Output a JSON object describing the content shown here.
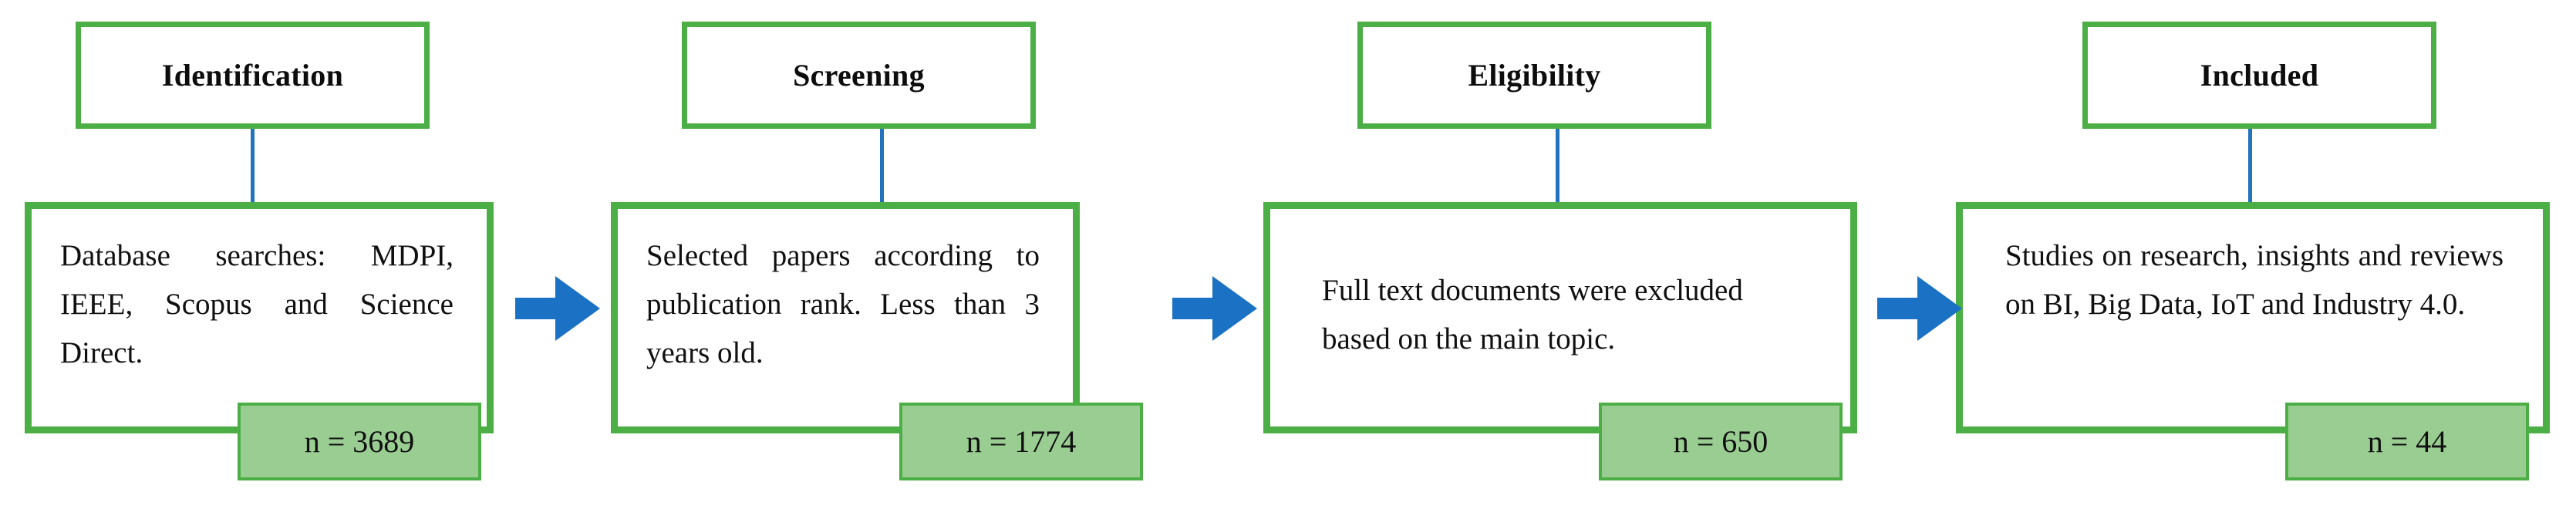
{
  "diagram": {
    "type": "prisma-flow-diagram",
    "colors": {
      "box_border_green": "#4CAF45",
      "badge_fill_green": "#9ACD92",
      "connector_blue": "#2272BC",
      "arrow_blue": "#1B72C4",
      "text_black": "#101010",
      "background": "#FFFFFF"
    },
    "stages": [
      {
        "id": "identification",
        "header": "Identification",
        "body": "Database searches: MDPI, IEEE, Scopus and Science Direct.",
        "count_label": "n = 3689",
        "count_value": 3689,
        "align": "justify"
      },
      {
        "id": "screening",
        "header": "Screening",
        "body": "Selected papers according to publication rank. Less than 3 years old.",
        "count_label": "n = 1774",
        "count_value": 1774,
        "align": "justify"
      },
      {
        "id": "eligibility",
        "header": "Eligibility",
        "body": "Full text documents were excluded based on the main topic.",
        "count_label": "n = 650",
        "count_value": 650,
        "align": "left"
      },
      {
        "id": "included",
        "header": "Included",
        "body": "Studies on research, insights and reviews on BI, Big Data, IoT and Industry 4.0.",
        "count_label": "n = 44",
        "count_value": 44,
        "align": "justify"
      }
    ],
    "arrows": [
      {
        "id": "arrow-identification-to-screening",
        "from": "identification",
        "to": "screening"
      },
      {
        "id": "arrow-screening-to-eligibility",
        "from": "screening",
        "to": "eligibility"
      },
      {
        "id": "arrow-eligibility-to-included",
        "from": "eligibility",
        "to": "included"
      }
    ]
  }
}
